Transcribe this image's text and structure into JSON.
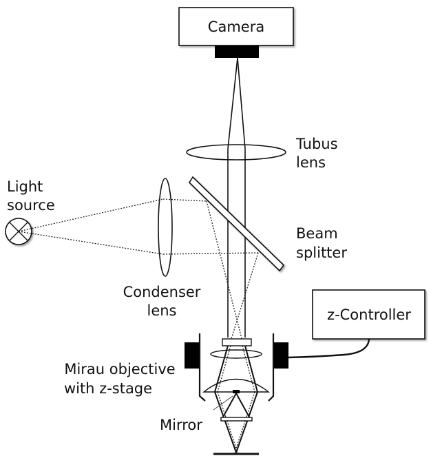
{
  "diagram": {
    "title": "Mirau interferometer setup",
    "components": {
      "camera": {
        "label": "Camera"
      },
      "tubus_lens": {
        "label_line1": "Tubus",
        "label_line2": "lens"
      },
      "light_source": {
        "label_line1": "Light",
        "label_line2": "source"
      },
      "beam_splitter": {
        "label_line1": "Beam",
        "label_line2": "splitter"
      },
      "condenser_lens": {
        "label_line1": "Condenser",
        "label_line2": "lens"
      },
      "z_controller": {
        "label": "z-Controller"
      },
      "mirau_objective": {
        "label_line1": "Mirau objective",
        "label_line2": "with z-stage"
      },
      "mirror": {
        "label": "Mirror"
      }
    },
    "colors": {
      "line": "#111111",
      "background": "#ffffff"
    }
  }
}
